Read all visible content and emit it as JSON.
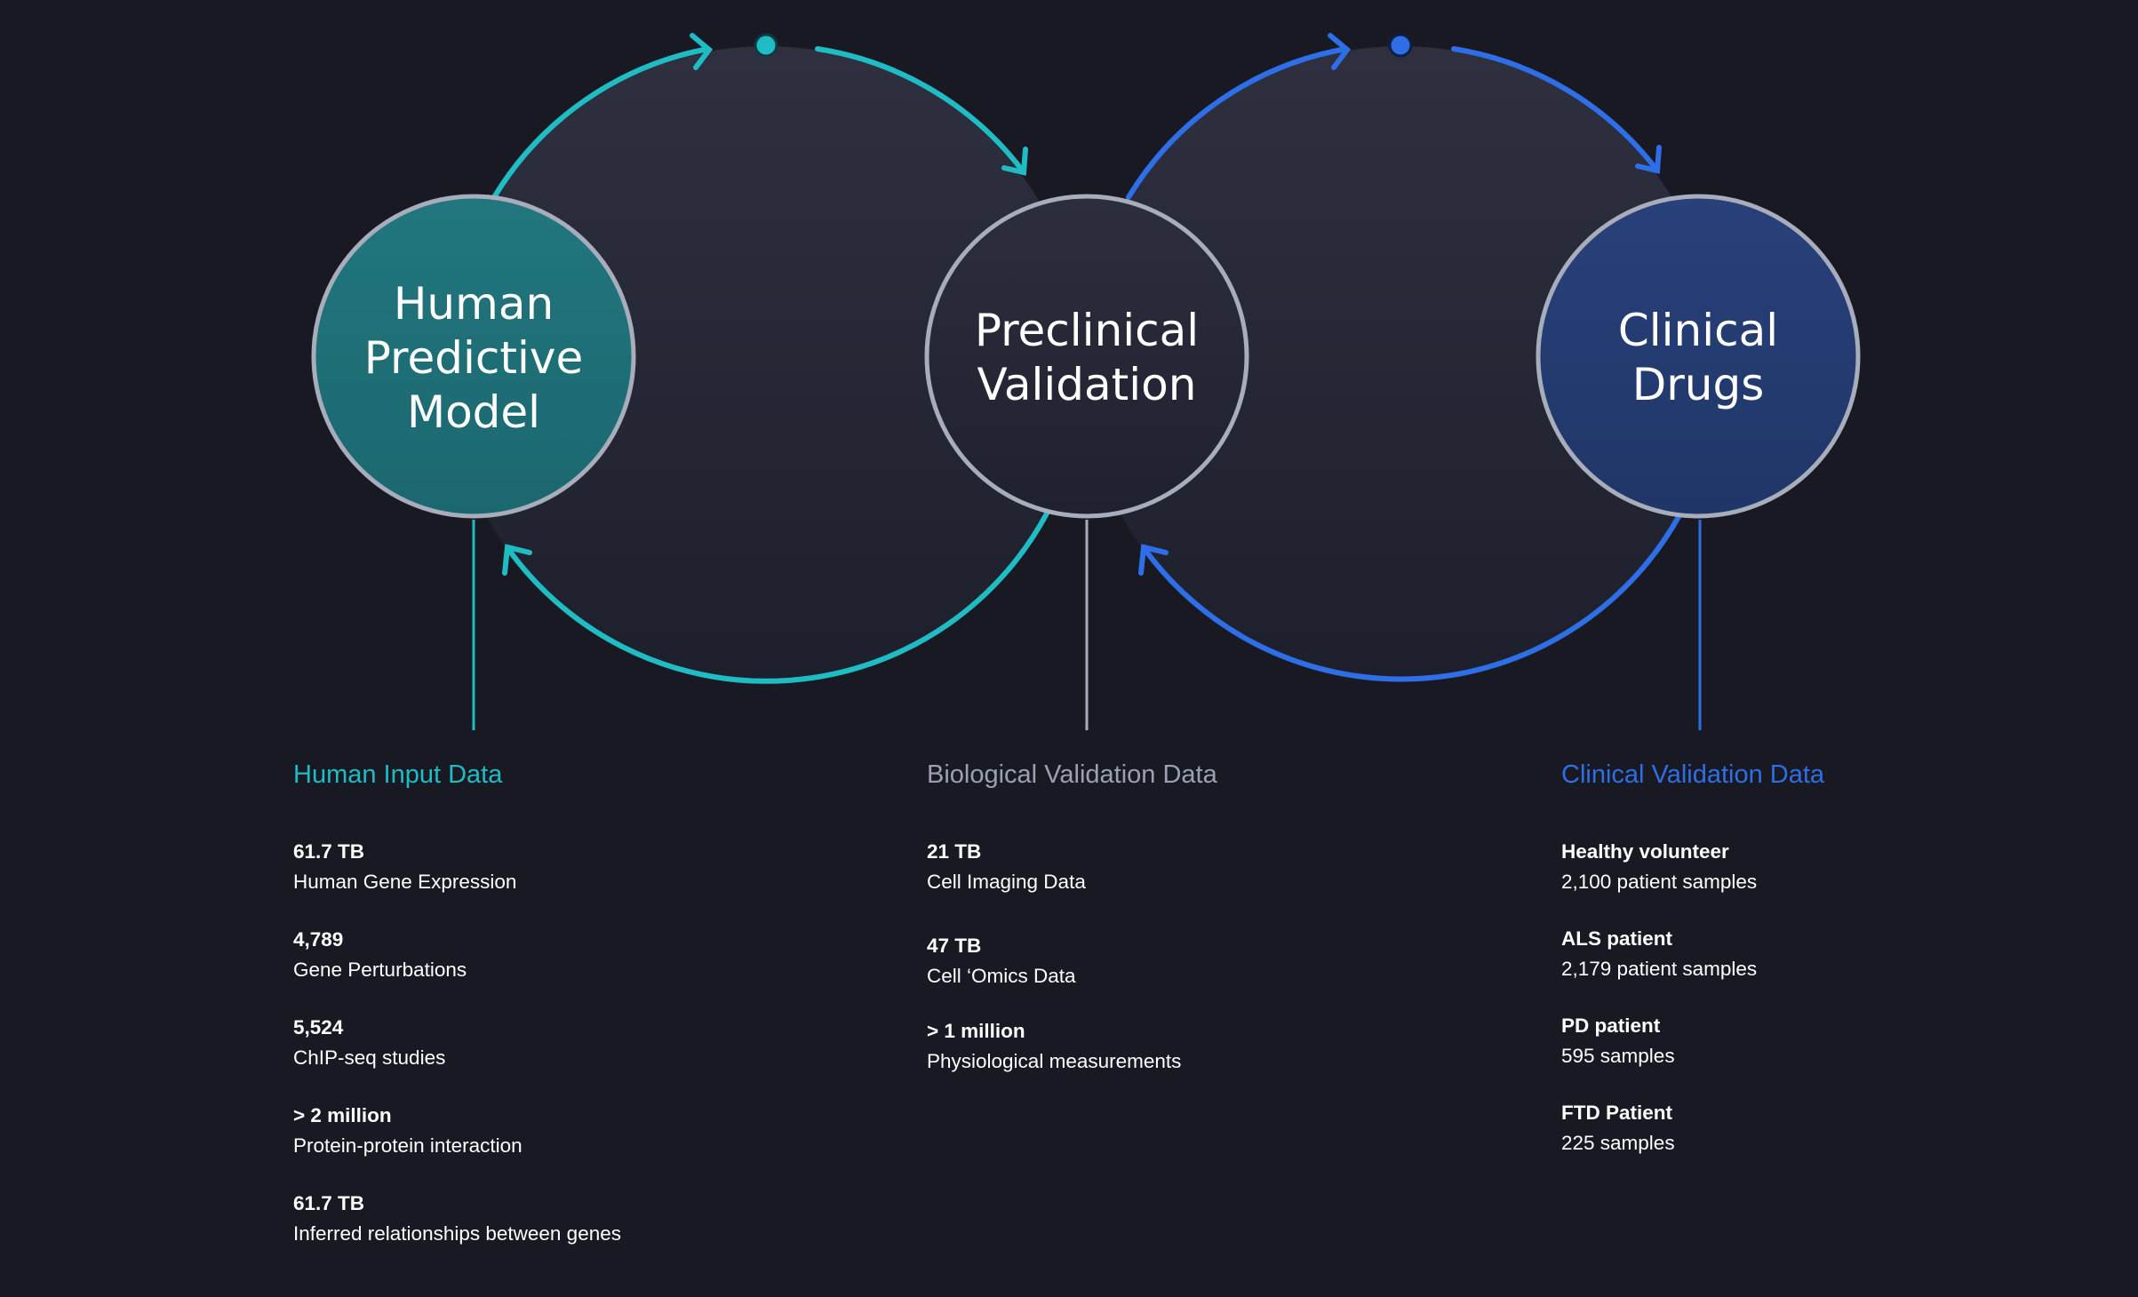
{
  "colors": {
    "background": "#181923",
    "teal_accent": "#1fbcc4",
    "blue_accent": "#2e6ee6",
    "node_border": "#a8adbb",
    "human_node_fill": "#1e6e76",
    "preclinical_node_fill": "#262838",
    "clinical_node_fill": "#243a6e",
    "bio_title": "#9ba1b3"
  },
  "nodes": [
    {
      "id": "human",
      "lines": [
        "Human",
        "Predictive",
        "Model"
      ]
    },
    {
      "id": "preclinical",
      "lines": [
        "Preclinical",
        "Validation"
      ]
    },
    {
      "id": "clinical",
      "lines": [
        "Clinical",
        "Drugs"
      ]
    }
  ],
  "cycles": [
    {
      "from": "human",
      "to": "preclinical",
      "color_key": "teal_accent",
      "icon": "cycle-arrows-icon"
    },
    {
      "from": "preclinical",
      "to": "clinical",
      "color_key": "blue_accent",
      "icon": "cycle-arrows-icon"
    }
  ],
  "columns": [
    {
      "id": "human",
      "title": "Human Input Data",
      "stats": [
        {
          "value": "61.7 TB",
          "label": "Human Gene Expression"
        },
        {
          "value": "4,789",
          "label": "Gene Perturbations"
        },
        {
          "value": "5,524",
          "label": "ChIP-seq studies"
        },
        {
          "value": "> 2 million",
          "label": "Protein-protein interaction"
        },
        {
          "value": "61.7 TB",
          "label": "Inferred relationships between genes"
        }
      ]
    },
    {
      "id": "bio",
      "title": "Biological Validation Data",
      "stats": [
        {
          "value": "21 TB",
          "label": "Cell Imaging Data"
        },
        {
          "value": "47 TB",
          "label": "Cell ‘Omics Data"
        },
        {
          "value": "> 1 million",
          "label": "Physiological measurements"
        }
      ]
    },
    {
      "id": "clinical",
      "title": "Clinical Validation Data",
      "stats": [
        {
          "value": "Healthy volunteer",
          "label": "2,100 patient samples"
        },
        {
          "value": "ALS patient",
          "label": "2,179 patient samples"
        },
        {
          "value": "PD patient",
          "label": "595 samples"
        },
        {
          "value": "FTD Patient",
          "label": "225 samples"
        }
      ]
    }
  ]
}
